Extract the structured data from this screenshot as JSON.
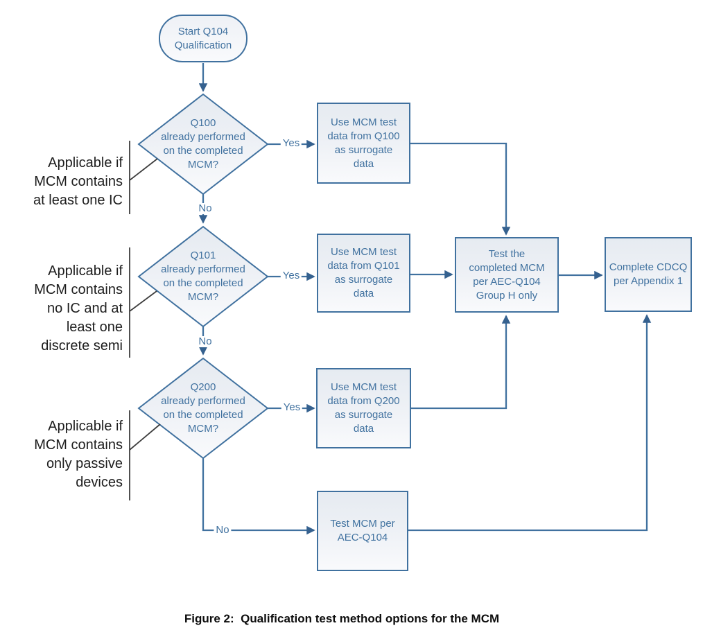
{
  "palette": {
    "line_blue": "#40719f",
    "arrowhead_blue": "#35618f",
    "shape_text_blue": "#40719f",
    "shape_fill_top": "#e6ebf1",
    "shape_fill_bottom": "#f9fafc",
    "callout_black": "#3d3d3d",
    "caption_black": "#0d0d0d"
  },
  "start": {
    "label": "Start Q104\nQualification"
  },
  "decisions": [
    {
      "id": "q100",
      "label": "Q100\nalready performed\non the completed\nMCM?"
    },
    {
      "id": "q101",
      "label": "Q101\nalready performed\non the completed\nMCM?"
    },
    {
      "id": "q200",
      "label": "Q200\nalready performed\non the completed\nMCM?"
    }
  ],
  "boxes": {
    "use_q100": "Use MCM test\ndata from Q100\nas surrogate\ndata",
    "use_q101": "Use MCM test\ndata from Q101\nas surrogate\ndata",
    "use_q200": "Use MCM test\ndata from Q200\nas surrogate\ndata",
    "test_group_h": "Test the\ncompleted MCM\nper AEC-Q104\nGroup H only",
    "complete_cdcq": "Complete CDCQ\nper Appendix 1",
    "test_aec_q104": "Test MCM per\nAEC-Q104"
  },
  "edge_labels": {
    "yes": "Yes",
    "no": "No"
  },
  "annotations": [
    {
      "label": "Applicable if\nMCM contains\nat least one IC"
    },
    {
      "label": "Applicable if\nMCM contains\nno IC and at\nleast one\ndiscrete semi"
    },
    {
      "label": "Applicable if\nMCM contains\nonly passive\ndevices"
    }
  ],
  "caption": "Figure 2:  Qualification test method options for the MCM"
}
